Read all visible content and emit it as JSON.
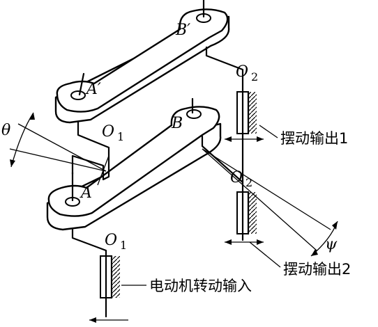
{
  "labels": {
    "A": "A",
    "A_prime": "A′",
    "B": "B",
    "B_prime": "B′",
    "O": "O",
    "sub1": "1",
    "sub2": "2",
    "theta": "θ",
    "psi": "ψ"
  },
  "annotations": {
    "output1": "摆动输出1",
    "output2": "摆动输出2",
    "input": "电动机转动输入"
  }
}
